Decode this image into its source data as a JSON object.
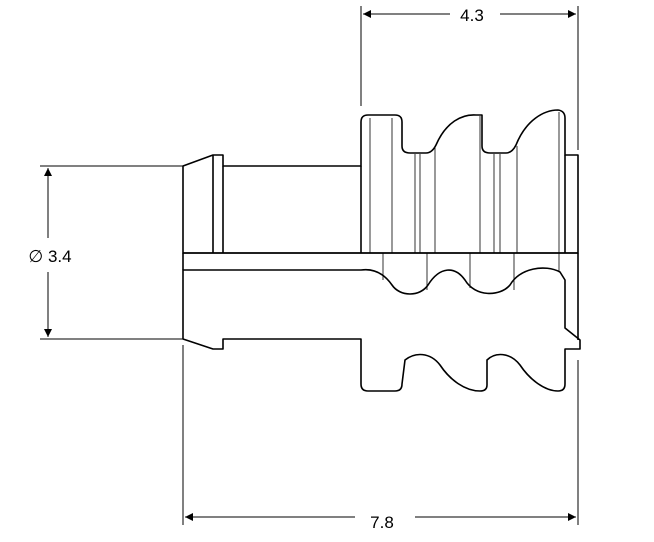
{
  "drawing": {
    "dimensions": {
      "top_width": "4.3",
      "overall_length": "7.8",
      "diameter": "∅ 3.4"
    },
    "colors": {
      "line": "#000000",
      "background": "#ffffff"
    }
  }
}
